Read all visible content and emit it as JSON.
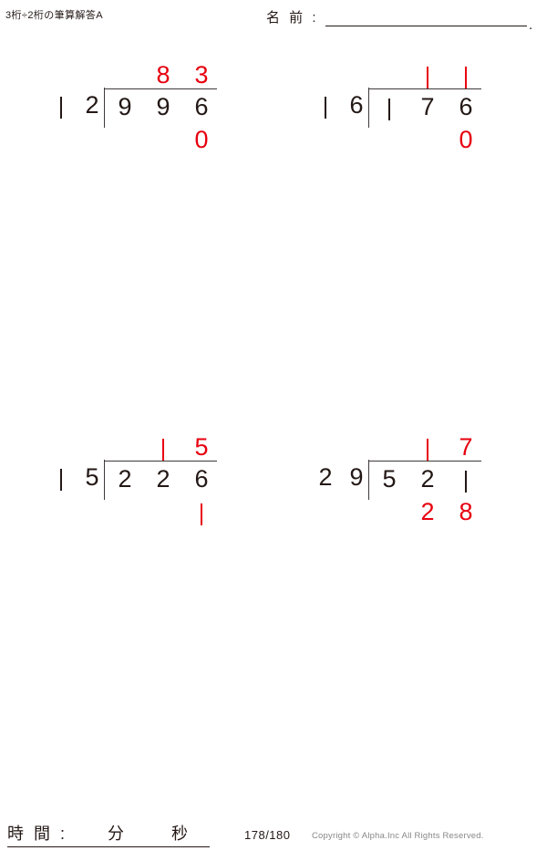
{
  "header": {
    "title": "3桁÷2桁の筆算解答A",
    "name_label": "名 前 :",
    "name_value": "",
    "name_trailing_mark": "."
  },
  "problems": [
    {
      "id": "problem-1",
      "divisor": "12",
      "divisor_digits": [
        "1",
        "2"
      ],
      "dividend": "996",
      "dividend_digits": [
        "9",
        "9",
        "6"
      ],
      "quotient": "83",
      "quotient_digits": [
        "8",
        "3"
      ],
      "remainder": "0",
      "remainder_digits": [
        "0"
      ],
      "answer_color": "#e7000f"
    },
    {
      "id": "problem-2",
      "divisor": "16",
      "divisor_digits": [
        "1",
        "6"
      ],
      "dividend": "176",
      "dividend_digits": [
        "1",
        "7",
        "6"
      ],
      "quotient": "11",
      "quotient_digits": [
        "1",
        "1"
      ],
      "remainder": "0",
      "remainder_digits": [
        "0"
      ],
      "answer_color": "#e7000f"
    },
    {
      "id": "problem-3",
      "divisor": "15",
      "divisor_digits": [
        "1",
        "5"
      ],
      "dividend": "226",
      "dividend_digits": [
        "2",
        "2",
        "6"
      ],
      "quotient": "15",
      "quotient_digits": [
        "1",
        "5"
      ],
      "remainder": "1",
      "remainder_digits": [
        "1"
      ],
      "answer_color": "#e7000f"
    },
    {
      "id": "problem-4",
      "divisor": "29",
      "divisor_digits": [
        "2",
        "9"
      ],
      "dividend": "521",
      "dividend_digits": [
        "5",
        "2",
        "1"
      ],
      "quotient": "17",
      "quotient_digits": [
        "1",
        "7"
      ],
      "remainder": "28",
      "remainder_digits": [
        "2",
        "8"
      ],
      "answer_color": "#e7000f"
    }
  ],
  "footer": {
    "time_label": "時 間 :",
    "minute_unit": "分",
    "second_unit": "秒",
    "page_number": "178/180",
    "copyright": "Copyright © Alpha.Inc All Rights Reserved."
  }
}
